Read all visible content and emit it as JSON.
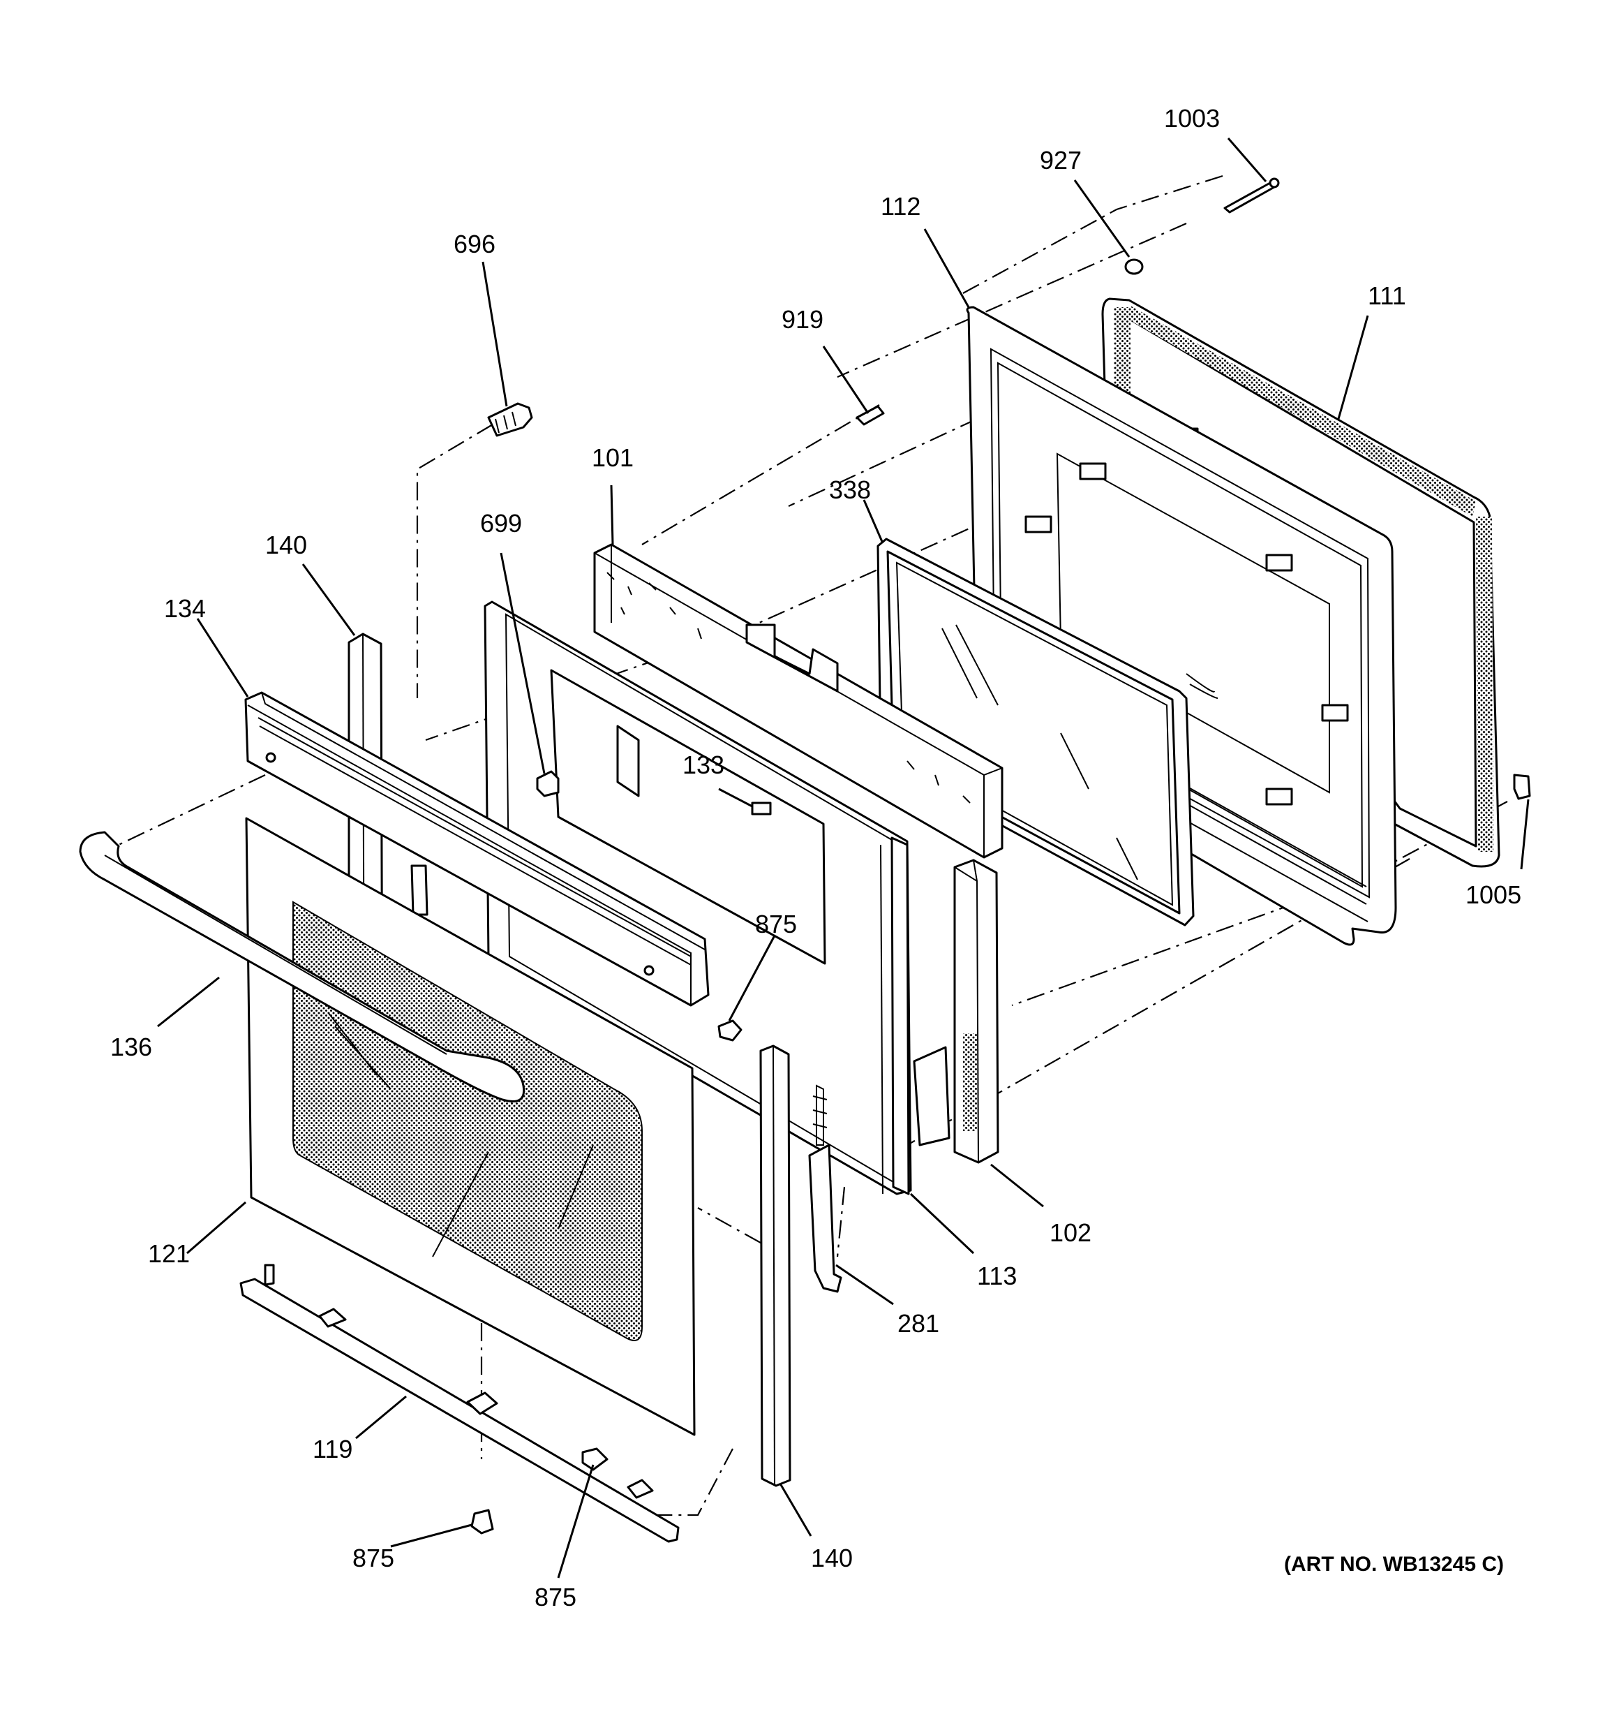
{
  "figure": {
    "art_number": "(ART NO. WB13245 C)"
  },
  "callouts": [
    {
      "id": "c-1003",
      "text": "1003"
    },
    {
      "id": "c-927",
      "text": "927"
    },
    {
      "id": "c-112",
      "text": "112"
    },
    {
      "id": "c-111",
      "text": "111"
    },
    {
      "id": "c-919",
      "text": "919"
    },
    {
      "id": "c-696",
      "text": "696"
    },
    {
      "id": "c-101",
      "text": "101"
    },
    {
      "id": "c-338",
      "text": "338"
    },
    {
      "id": "c-699",
      "text": "699"
    },
    {
      "id": "c-140a",
      "text": "140"
    },
    {
      "id": "c-134",
      "text": "134"
    },
    {
      "id": "c-133",
      "text": "133"
    },
    {
      "id": "c-875a",
      "text": "875"
    },
    {
      "id": "c-1005",
      "text": "1005"
    },
    {
      "id": "c-136",
      "text": "136"
    },
    {
      "id": "c-102",
      "text": "102"
    },
    {
      "id": "c-113",
      "text": "113"
    },
    {
      "id": "c-121",
      "text": "121"
    },
    {
      "id": "c-281",
      "text": "281"
    },
    {
      "id": "c-119",
      "text": "119"
    },
    {
      "id": "c-875b",
      "text": "875"
    },
    {
      "id": "c-875c",
      "text": "875"
    },
    {
      "id": "c-140b",
      "text": "140"
    }
  ]
}
